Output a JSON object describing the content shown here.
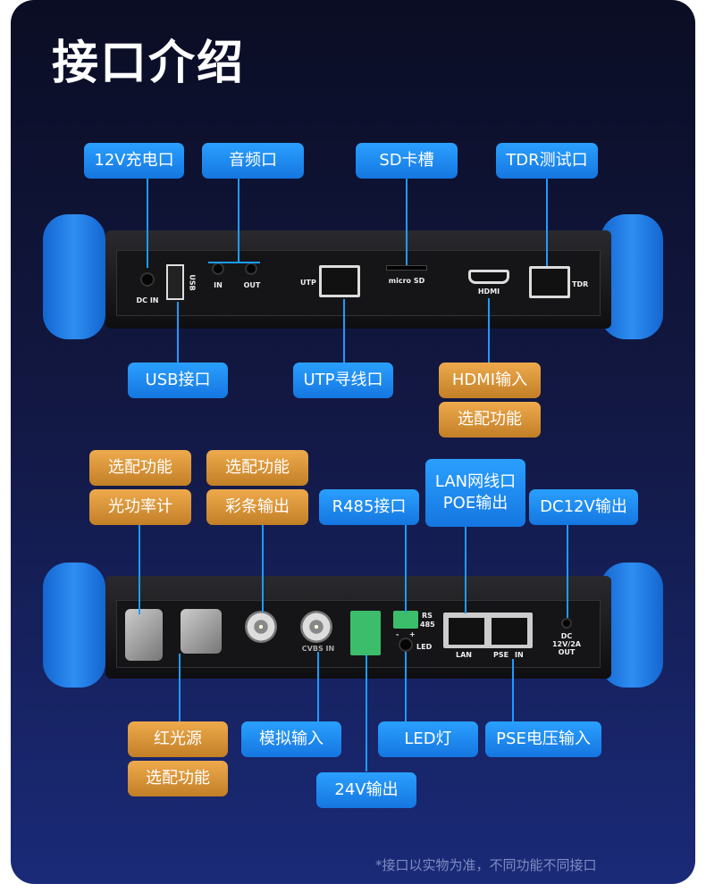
{
  "title": "接口介绍",
  "top_labels": {
    "dc_in": "12V充电口",
    "audio": "音频口",
    "sd": "SD卡槽",
    "tdr": "TDR测试口",
    "usb": "USB接口",
    "utp": "UTP寻线口",
    "hdmi": "HDMI输入",
    "hdmi_opt": "选配功能"
  },
  "top_port_text": {
    "dc_in": "DC IN",
    "usb": "USB",
    "in": "IN",
    "out": "OUT",
    "utp": "UTP",
    "sd": "micro SD",
    "hdmi": "HDMI",
    "tdr": "TDR"
  },
  "bottom_labels": {
    "opm_opt": "选配功能",
    "opm": "光功率计",
    "bar_opt": "选配功能",
    "bar": "彩条输出",
    "rs485": "R485接口",
    "lan_1": "LAN网线口",
    "lan_2": "POE输出",
    "dc_out": "DC12V输出",
    "vfl": "红光源",
    "vfl_opt": "选配功能",
    "analog": "模拟输入",
    "led": "LED灯",
    "pse": "PSE电压输入",
    "v24": "24V输出"
  },
  "bottom_port_text": {
    "cvbs": "CVBS IN",
    "rs": "RS",
    "rs485": "485",
    "minus": "-",
    "plus": "+",
    "led": "LED",
    "lan": "LAN",
    "pse": "PSE",
    "in": "IN",
    "dc": "DC",
    "dc_rating": "12V/2A",
    "dc_out": "OUT"
  },
  "footnote": "*接口以实物为准，不同功能不同接口",
  "colors": {
    "blue": "#1a8ef0",
    "orange": "#d9952f",
    "background": "#121842"
  }
}
